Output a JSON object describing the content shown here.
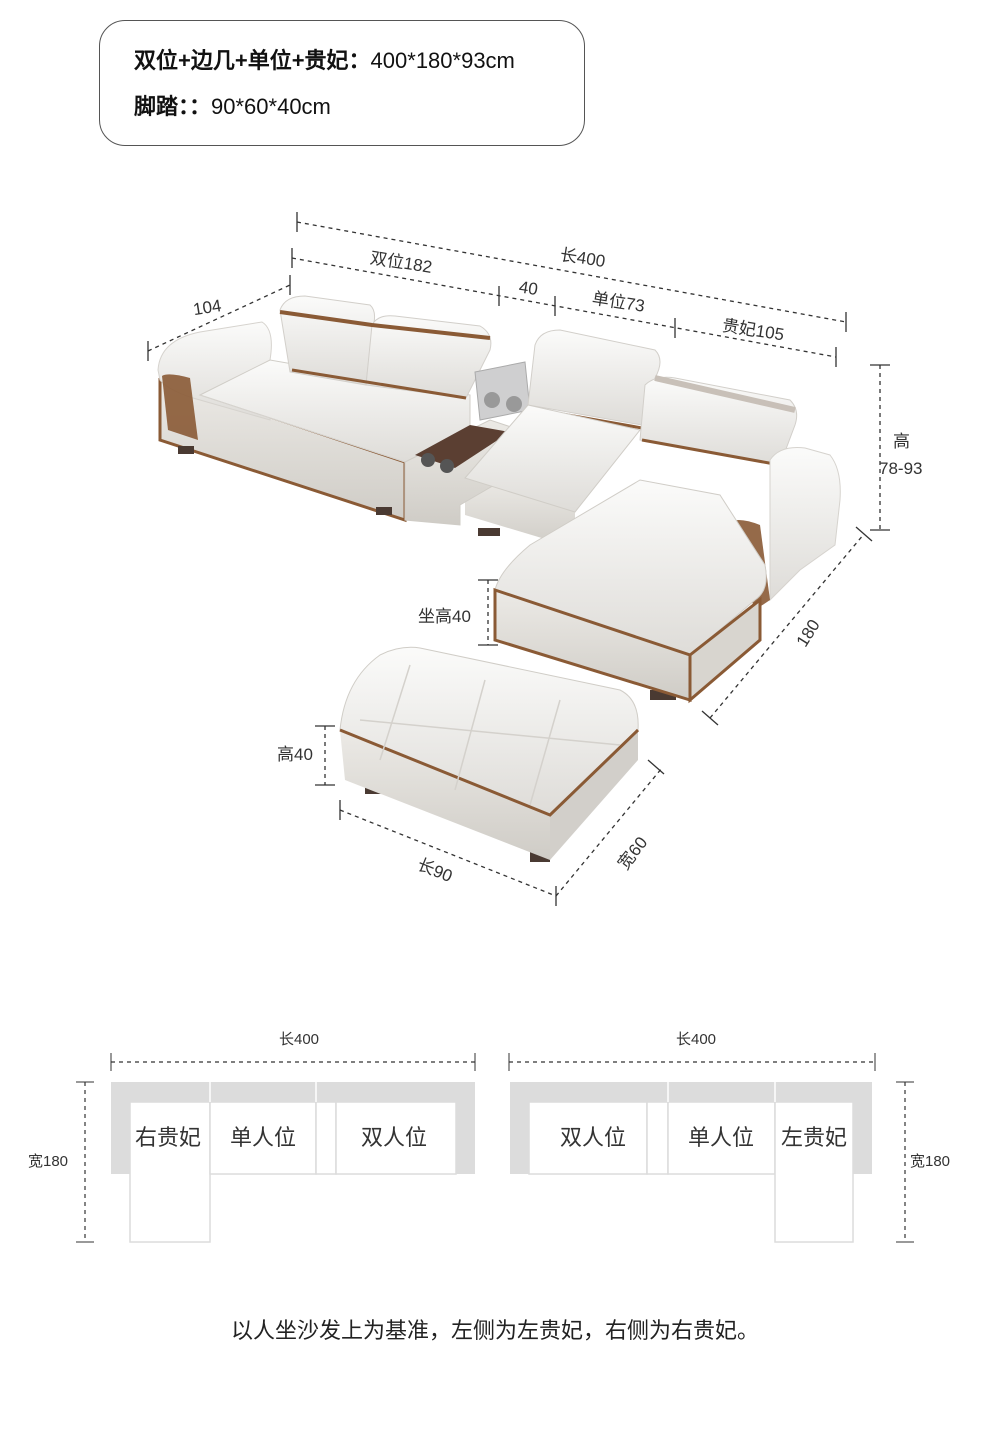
{
  "spec": {
    "line1_label": "双位+边几+单位+贵妃：",
    "line1_value": "400*180*93cm",
    "line2_label": "脚踏：：",
    "line2_value": "90*60*40cm"
  },
  "dimensions": {
    "total_length": "长400",
    "double_seat": "双位182",
    "side_table": "40",
    "single_seat": "单位73",
    "chaise": "贵妃105",
    "depth": "104",
    "height_label": "高",
    "height_value": "78-93",
    "chaise_length": "180",
    "seat_height": "坐高40",
    "ottoman_height": "高40",
    "ottoman_length": "长90",
    "ottoman_width": "宽60"
  },
  "layout_left": {
    "length": "长400",
    "width": "宽180",
    "sections": [
      "右贵妃",
      "单人位",
      "双人位"
    ]
  },
  "layout_right": {
    "length": "长400",
    "width": "宽180",
    "sections": [
      "双人位",
      "单人位",
      "左贵妃"
    ]
  },
  "footer": "以人坐沙发上为基准，左侧为左贵妃，右侧为右贵妃。",
  "colors": {
    "leather": "#f1f1f0",
    "trim": "#8a5a35",
    "plan_gray": "#dcdcdc",
    "dash": "#333333"
  }
}
